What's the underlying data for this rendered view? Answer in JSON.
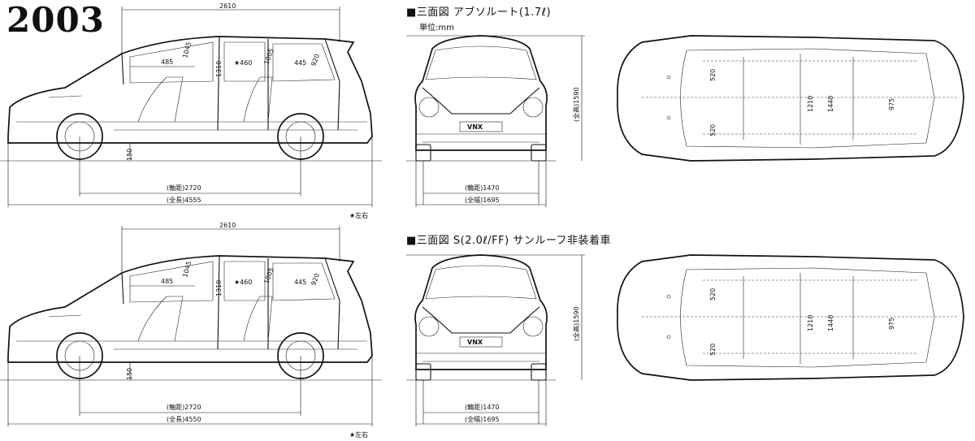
{
  "year": "2003",
  "unit_label": "単位:mm",
  "variants": [
    {
      "title": "■三面図 アブソルート(1.7ℓ)",
      "side": {
        "roof_span": "2610",
        "front_leg": "485",
        "front_head": "1045",
        "center_height": "1310",
        "rear_leg": "★460",
        "rear_head": "1005",
        "cargo_len": "445",
        "cargo_h": "920",
        "ground_clearance": "150",
        "wheelbase": "(軸距)2720",
        "length": "(全長)4555",
        "footnote": "★左右"
      },
      "front": {
        "height": "(全高)1590",
        "tread": "(輪距)1470",
        "width": "(全幅)1695",
        "plate": "VNX"
      },
      "top": {
        "seat_w1": "520",
        "seat_w2": "520",
        "dim_a": "1210",
        "dim_b": "1440",
        "dim_c": "975"
      }
    },
    {
      "title": "■三面図 S(2.0ℓ/FF) サンルーフ非装着車",
      "side": {
        "roof_span": "2610",
        "front_leg": "485",
        "front_head": "1045",
        "center_height": "1310",
        "rear_leg": "★460",
        "rear_head": "1005",
        "cargo_len": "445",
        "cargo_h": "920",
        "ground_clearance": "150",
        "wheelbase": "(軸距)2720",
        "length": "(全長)4550",
        "footnote": "★左右"
      },
      "front": {
        "height": "(全高)1590",
        "tread": "(輪距)1470",
        "width": "(全幅)1695",
        "plate": "VNX"
      },
      "top": {
        "seat_w1": "520",
        "seat_w2": "520",
        "dim_a": "1210",
        "dim_b": "1440",
        "dim_c": "975"
      }
    }
  ]
}
